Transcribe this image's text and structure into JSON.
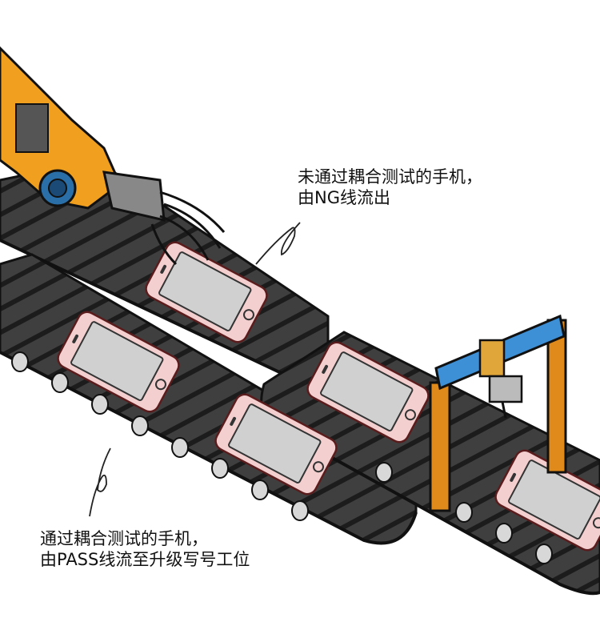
{
  "captions": {
    "ng": {
      "line1": "未通过耦合测试的手机，",
      "line2": "由NG线流出"
    },
    "pass": {
      "line1": "通过耦合测试的手机，",
      "line2": "由PASS线流至升级写号工位"
    }
  },
  "colors": {
    "belt": "#3a3a3a",
    "belt_slat": "#1e1e1e",
    "robot_arm": "#f0a01e",
    "gantry_frame": "#e08a1c",
    "gantry_beam": "#3d8fd6",
    "phone_frame": "#f2c6c6",
    "phone_screen": "#cfcfcf"
  },
  "icons": [
    "robot-arm-icon",
    "gripper-icon",
    "gantry-icon",
    "phone-icon",
    "conveyor-icon"
  ]
}
